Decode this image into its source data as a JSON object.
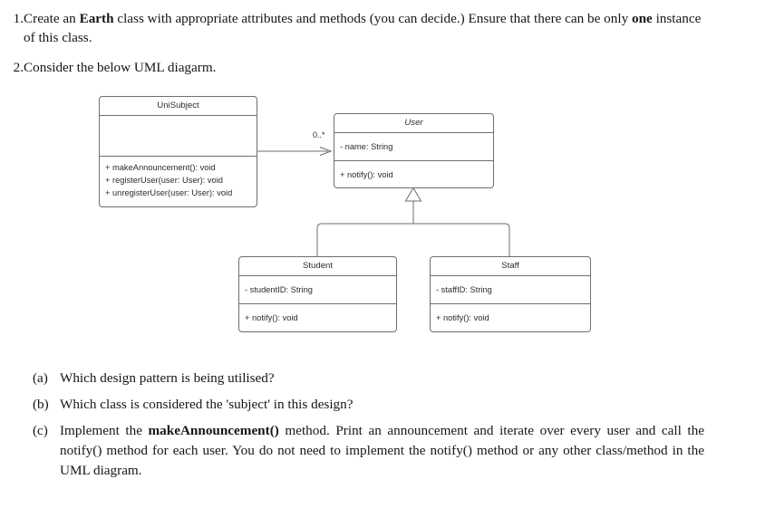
{
  "document": {
    "questions": [
      {
        "number": "1.",
        "segments": [
          {
            "text": "Create an ",
            "bold": false
          },
          {
            "text": "Earth",
            "bold": true
          },
          {
            "text": " class with appropriate attributes and methods (you can decide.) Ensure that there can be only ",
            "bold": false
          },
          {
            "text": "one",
            "bold": true
          },
          {
            "text": " instance of this class.",
            "bold": false
          }
        ]
      },
      {
        "number": "2.",
        "segments": [
          {
            "text": "Consider the below UML diagarm.",
            "bold": false
          }
        ]
      }
    ],
    "subquestions": [
      {
        "label": "(a)",
        "segments": [
          {
            "text": "Which design pattern is being utilised?",
            "bold": false
          }
        ]
      },
      {
        "label": "(b)",
        "segments": [
          {
            "text": "Which class is considered the 'subject' in this design?",
            "bold": false
          }
        ]
      },
      {
        "label": "(c)",
        "segments": [
          {
            "text": "Implement the ",
            "bold": false
          },
          {
            "text": "makeAnnouncement()",
            "bold": true
          },
          {
            "text": " method.  Print an announcement and iterate over every user and call the notify() method for each user. You do not need to implement the notify() method or any other class/method in the UML diagram.",
            "bold": false
          }
        ]
      }
    ]
  },
  "uml": {
    "classes": {
      "unisubject": {
        "name": "UniSubject",
        "abstract": false,
        "attributes": [],
        "methods": [
          "+ makeAnnouncement(): void",
          "+ registerUser(user: User): void",
          "+ unregisterUser(user: User): void"
        ]
      },
      "user": {
        "name": "User",
        "abstract": true,
        "attributes": [
          "- name: String"
        ],
        "methods": [
          "+ notify(): void"
        ]
      },
      "student": {
        "name": "Student",
        "abstract": false,
        "attributes": [
          "- studentID: String"
        ],
        "methods": [
          "+ notify(): void"
        ]
      },
      "staff": {
        "name": "Staff",
        "abstract": false,
        "attributes": [
          "- staffID: String"
        ],
        "methods": [
          "+ notify(): void"
        ]
      }
    },
    "relationships": {
      "association": {
        "from": "UniSubject",
        "to": "User",
        "multiplicity": "0..*",
        "arrow": "open"
      },
      "generalizations": [
        {
          "from": "Student",
          "to": "User",
          "arrow": "hollow-triangle"
        },
        {
          "from": "Staff",
          "to": "User",
          "arrow": "hollow-triangle"
        }
      ]
    }
  },
  "colors": {
    "text": "#161616",
    "uml_stroke": "#6e6e6e",
    "uml_text": "#2b2b2b",
    "background": "#ffffff"
  }
}
